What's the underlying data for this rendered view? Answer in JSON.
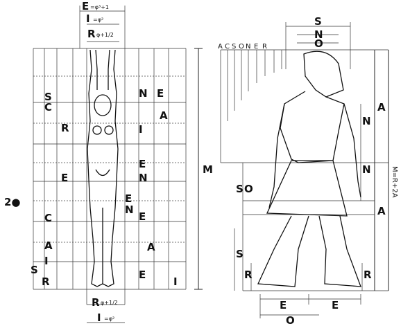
{
  "left_panel": {
    "top_labels": [
      "E",
      "I",
      "R"
    ],
    "top_subs": [
      "=φ³+1",
      "=φ²",
      "φ+1/2"
    ],
    "left_col_labels": [
      "2●",
      "S",
      "R"
    ],
    "c_labels": [
      "C",
      "S",
      "R",
      "E",
      "C",
      "A",
      "I"
    ],
    "right_col_labels": [
      "N",
      "E",
      "A",
      "I",
      "E",
      "N",
      "E",
      "N",
      "E",
      "A",
      "E",
      "I"
    ],
    "m_label": "M",
    "bottom_labels": [
      "R",
      "I"
    ],
    "bottom_subs": [
      "φ+1/2",
      "=φ²"
    ]
  },
  "right_panel": {
    "top_labels": [
      "S",
      "N",
      "O"
    ],
    "left_letters": [
      "A",
      "C",
      "S",
      "O",
      "N",
      "E",
      "R"
    ],
    "mid_labels": [
      "A",
      "N",
      "N",
      "A"
    ],
    "side_labels": [
      "S",
      "O",
      "S",
      "R"
    ],
    "formula": "M=R+2A",
    "bottom_labels": [
      "E",
      "E",
      "R",
      "O"
    ]
  }
}
